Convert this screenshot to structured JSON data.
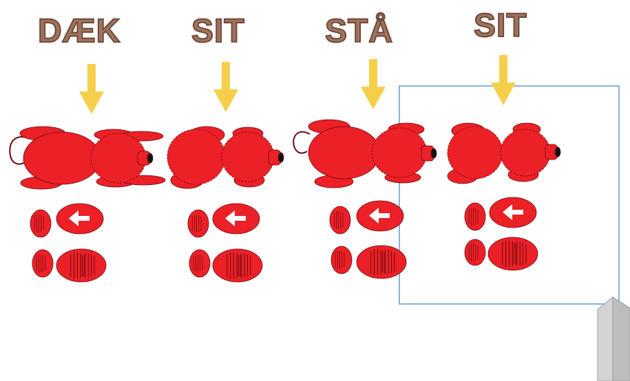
{
  "steps": [
    {
      "command": "DÆK",
      "dog_pose": "down",
      "arrow_color": "#f6cf4a",
      "step_icon": "left-arrow-icon"
    },
    {
      "command": "SIT",
      "dog_pose": "sit",
      "arrow_color": "#f6cf4a",
      "step_icon": "left-arrow-icon"
    },
    {
      "command": "STÅ",
      "dog_pose": "stand",
      "arrow_color": "#f6cf4a",
      "step_icon": "left-arrow-icon"
    },
    {
      "command": "SIT",
      "dog_pose": "sit",
      "arrow_color": "#f6cf4a",
      "step_icon": "left-arrow-icon"
    }
  ],
  "colors": {
    "dog": "#ec2027",
    "footprint": "#ec2027",
    "command_text": "#a0735f",
    "command_outline": "#6e4a3a",
    "arrow": "#f6cf4a",
    "box_outline": "#5b9bd5",
    "post": "#c9c9c9"
  }
}
